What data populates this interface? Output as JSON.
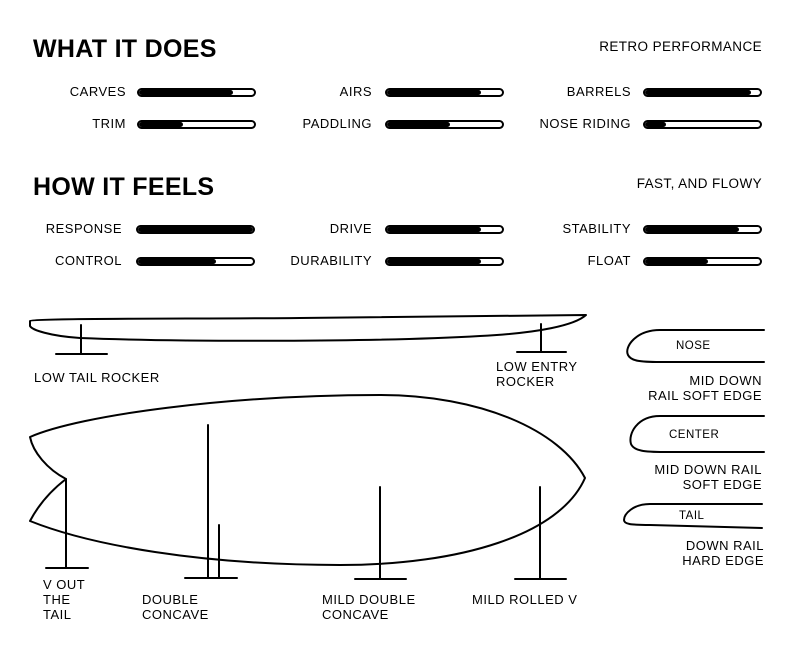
{
  "what_it_does": {
    "title": "WHAT IT DOES",
    "tagline": "RETRO PERFORMANCE",
    "ratings": [
      {
        "label": "CARVES",
        "value": 0.82
      },
      {
        "label": "AIRS",
        "value": 0.82
      },
      {
        "label": "BARRELS",
        "value": 0.92
      },
      {
        "label": "TRIM",
        "value": 0.38
      },
      {
        "label": "PADDLING",
        "value": 0.55
      },
      {
        "label": "NOSE RIDING",
        "value": 0.18
      }
    ]
  },
  "how_it_feels": {
    "title": "HOW IT FEELS",
    "tagline": "FAST, AND FLOWY",
    "ratings": [
      {
        "label": "RESPONSE",
        "value": 1.0
      },
      {
        "label": "DRIVE",
        "value": 0.82
      },
      {
        "label": "STABILITY",
        "value": 0.82
      },
      {
        "label": "CONTROL",
        "value": 0.68
      },
      {
        "label": "DURABILITY",
        "value": 0.82
      },
      {
        "label": "FLOAT",
        "value": 0.55
      }
    ]
  },
  "diagram": {
    "rocker_labels": {
      "tail": "LOW TAIL ROCKER",
      "entry": "LOW ENTRY\nROCKER"
    },
    "bottom_labels": {
      "v_out": "V OUT\nTHE\nTAIL",
      "double_concave": "DOUBLE\nCONCAVE",
      "mild_double_concave": "MILD DOUBLE\nCONCAVE",
      "mild_rolled_v": "MILD ROLLED V"
    },
    "rails": [
      {
        "tag": "NOSE",
        "label": "MID DOWN\nRAIL SOFT EDGE"
      },
      {
        "tag": "CENTER",
        "label": "MID DOWN RAIL\nSOFT EDGE"
      },
      {
        "tag": "TAIL",
        "label": "DOWN RAIL\nHARD EDGE"
      }
    ]
  }
}
